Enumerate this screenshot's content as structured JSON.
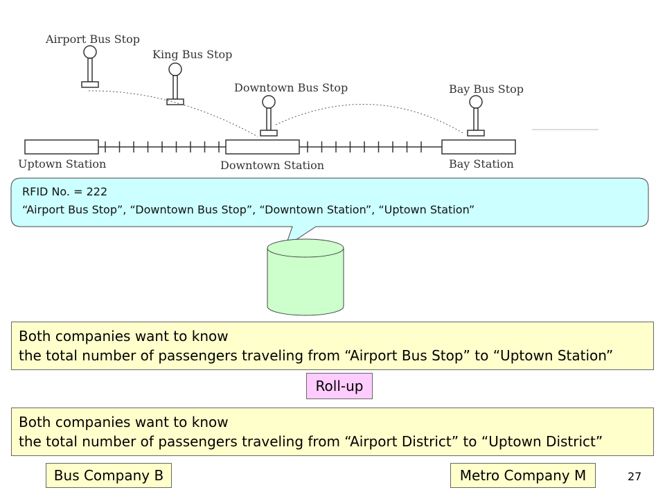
{
  "map": {
    "bus_stops": [
      "Airport Bus Stop",
      "King Bus Stop",
      "Downtown Bus Stop",
      "Bay Bus Stop"
    ],
    "stations": [
      "Uptown Station",
      "Downtown Station",
      "Bay Station"
    ]
  },
  "callout": {
    "line1": "RFID No. = 222",
    "line2": " “Airport Bus Stop”, “Downtown Bus Stop”, “Downtown Station”, “Uptown Station”"
  },
  "box1": {
    "line1": "Both companies want to know",
    "line2": "the total number of passengers traveling from “Airport Bus Stop” to “Uptown Station”"
  },
  "rollup_label": "Roll-up",
  "box2": {
    "line1": "Both companies want to know",
    "line2": "the total number of passengers traveling from “Airport District” to “Uptown District”"
  },
  "companies": [
    "Bus Company B",
    "Metro Company M"
  ],
  "page_number": "27",
  "colors": {
    "callout_fill": "#ccffff",
    "database_fill": "#ccffcc",
    "note_fill": "#ffffcc",
    "rollup_fill": "#ffccff"
  }
}
